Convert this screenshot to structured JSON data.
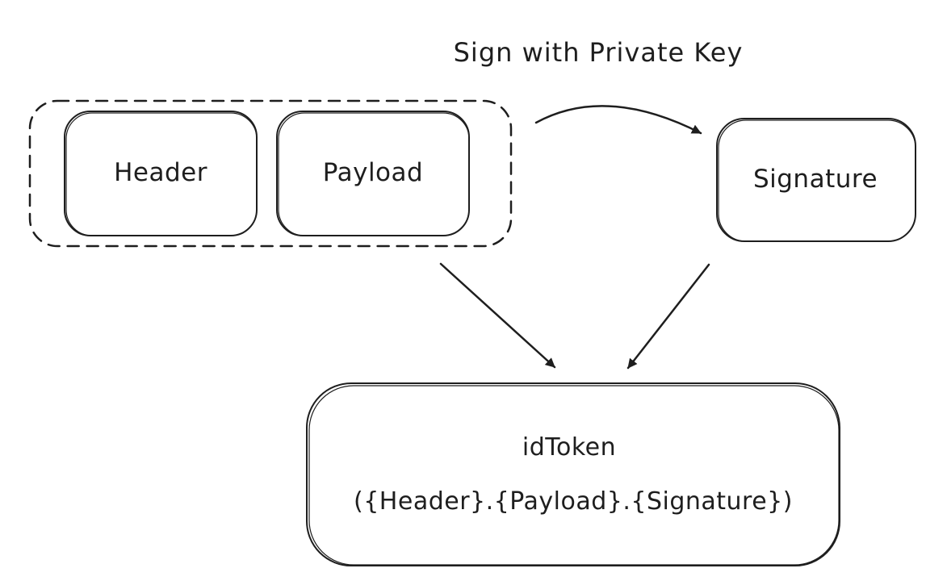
{
  "diagram": {
    "nodes": {
      "header": {
        "label": "Header"
      },
      "payload": {
        "label": "Payload"
      },
      "signature": {
        "label": "Signature"
      },
      "id_token": {
        "title": "idToken",
        "format": "({Header}.{Payload}.{Signature})"
      }
    },
    "edges": {
      "sign": {
        "label": "Sign with Private Key"
      }
    },
    "colors": {
      "stroke": "#1e1e1e",
      "background": "#ffffff"
    }
  }
}
